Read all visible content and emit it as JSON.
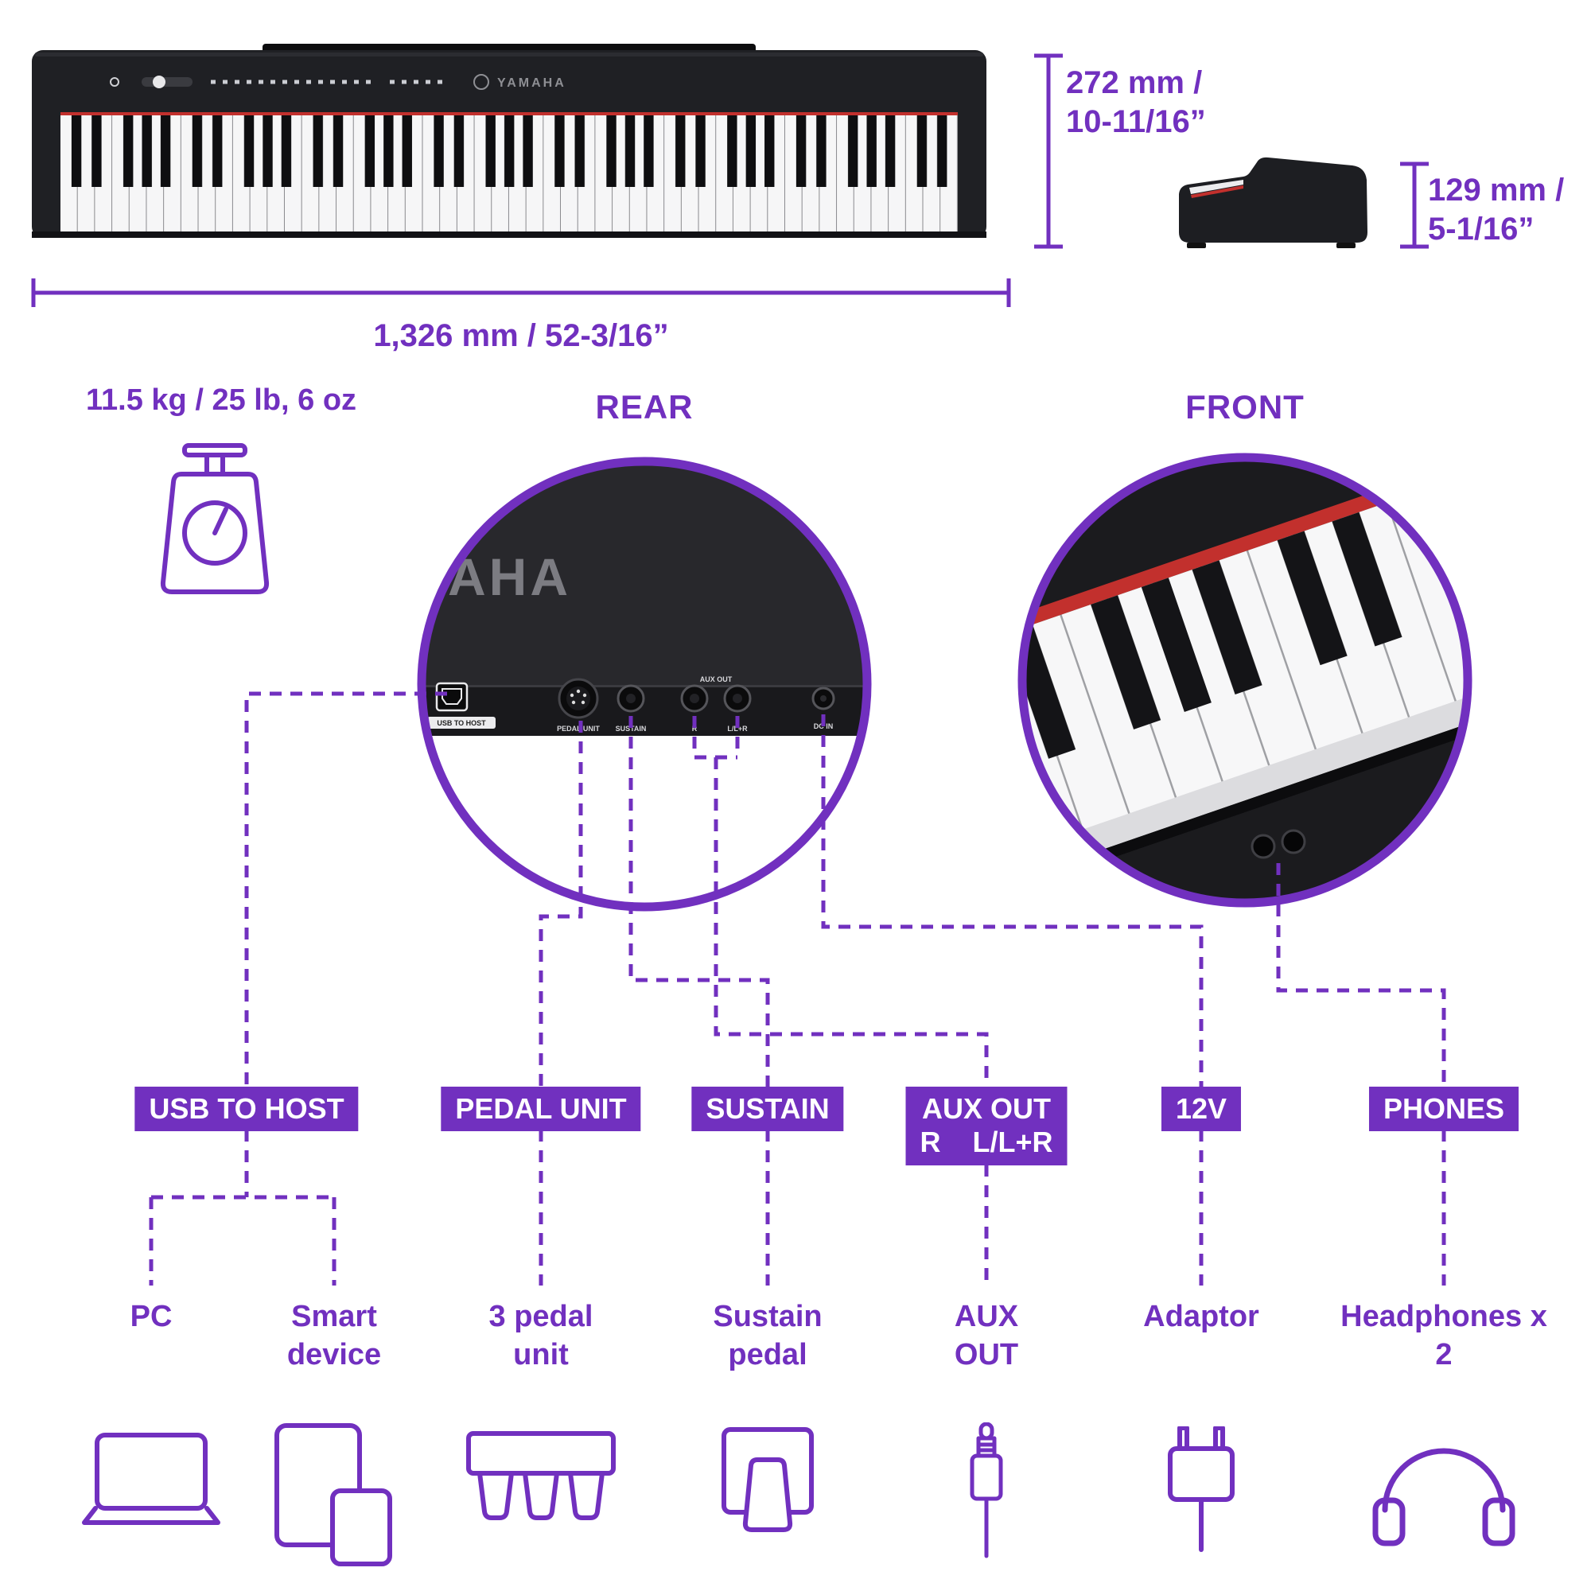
{
  "accent": "#7130BF",
  "dims": {
    "depth_l1": "272 mm /",
    "depth_l2": "10-11/16”",
    "height_l1": "129 mm /",
    "height_l2": "5-1/16”",
    "width": "1,326 mm / 52-3/16”"
  },
  "weight": "11.5 kg / 25 lb, 6 oz",
  "rear_title": "REAR",
  "front_title": "FRONT",
  "piano_logo": "YAMAHA",
  "rear_logo_partial": "AHA",
  "ports": {
    "usb": "USB TO HOST",
    "pedal": "PEDAL UNIT",
    "sustain": "SUSTAIN",
    "aux": "AUX OUT",
    "aux_r": "R",
    "aux_l": "L/L+R",
    "dc": "DC IN"
  },
  "badges": {
    "usb": "USB TO HOST",
    "pedal": "PEDAL UNIT",
    "sustain": "SUSTAIN",
    "aux1": "AUX OUT",
    "aux2": "R    L/L+R",
    "v12": "12V",
    "phones": "PHONES"
  },
  "targets": {
    "pc": "PC",
    "smart": "Smart device",
    "pedal3": "3 pedal unit",
    "sustain": "Sustain pedal",
    "aux": "AUX OUT",
    "adaptor": "Adaptor",
    "headphones": "Headphones x 2"
  }
}
